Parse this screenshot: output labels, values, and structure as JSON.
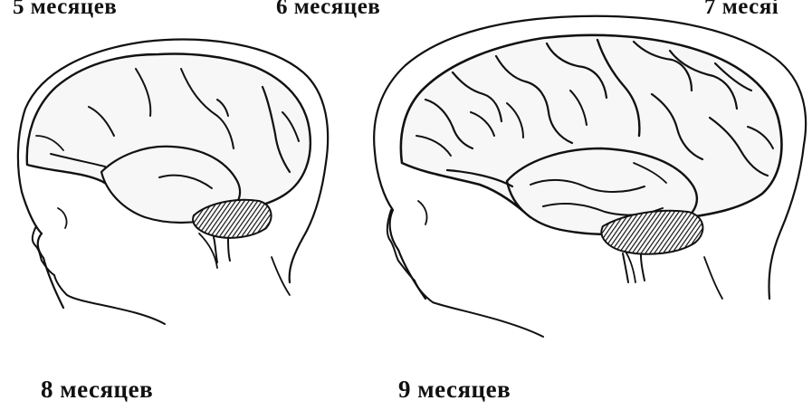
{
  "labels": {
    "top_left": "5 месяцев",
    "top_middle": "6 месяцев",
    "top_right": "7 месяі",
    "bottom_left": "8 месяцев",
    "bottom_right": "9 месяцев"
  },
  "colors": {
    "ink": "#111111",
    "brain_fill": "#f7f7f7",
    "cerebellum_fill": "#3a3a3a",
    "background": "#ffffff"
  }
}
